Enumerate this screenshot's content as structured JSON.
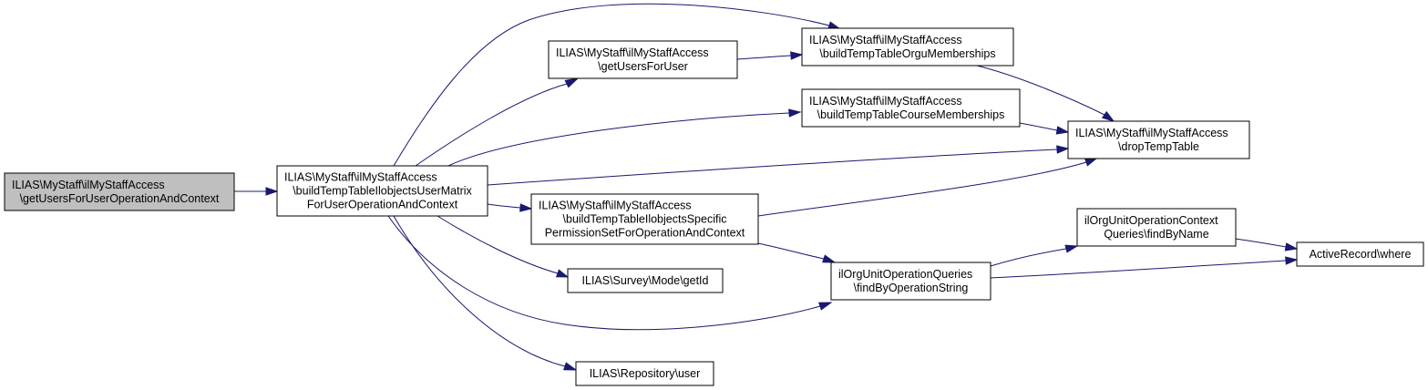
{
  "diagram": {
    "nodes": [
      {
        "id": "n0",
        "name": "node-get-users-for-user-operation-and-context",
        "lines": [
          "ILIAS\\MyStaff\\ilMyStaffAccess",
          "\\getUsersForUserOperationAndContext"
        ],
        "highlighted": true
      },
      {
        "id": "n1",
        "name": "node-build-temp-table-ilobjects-user-matrix",
        "lines": [
          "ILIAS\\MyStaff\\ilMyStaffAccess",
          "\\buildTempTableIlobjectsUserMatrix",
          "ForUserOperationAndContext"
        ]
      },
      {
        "id": "n2",
        "name": "node-get-users-for-user",
        "lines": [
          "ILIAS\\MyStaff\\ilMyStaffAccess",
          "\\getUsersForUser"
        ]
      },
      {
        "id": "n3",
        "name": "node-build-temp-table-orgu-memberships",
        "lines": [
          "ILIAS\\MyStaff\\ilMyStaffAccess",
          "\\buildTempTableOrguMemberships"
        ]
      },
      {
        "id": "n4",
        "name": "node-build-temp-table-course-memberships",
        "lines": [
          "ILIAS\\MyStaff\\ilMyStaffAccess",
          "\\buildTempTableCourseMemberships"
        ]
      },
      {
        "id": "n5",
        "name": "node-drop-temp-table",
        "lines": [
          "ILIAS\\MyStaff\\ilMyStaffAccess",
          "\\dropTempTable"
        ]
      },
      {
        "id": "n6",
        "name": "node-build-temp-table-ilobjects-specific-permission-set",
        "lines": [
          "ILIAS\\MyStaff\\ilMyStaffAccess",
          "\\buildTempTableIlobjectsSpecific",
          "PermissionSetForOperationAndContext"
        ]
      },
      {
        "id": "n7",
        "name": "node-survey-mode-get-id",
        "lines": [
          "ILIAS\\Survey\\Mode\\getId"
        ]
      },
      {
        "id": "n8",
        "name": "node-repository-user",
        "lines": [
          "ILIAS\\Repository\\user"
        ]
      },
      {
        "id": "n9",
        "name": "node-find-by-operation-string",
        "lines": [
          "ilOrgUnitOperationQueries",
          "\\findByOperationString"
        ]
      },
      {
        "id": "n10",
        "name": "node-find-by-name",
        "lines": [
          "ilOrgUnitOperationContext",
          "Queries\\findByName"
        ]
      },
      {
        "id": "n11",
        "name": "node-active-record-where",
        "lines": [
          "ActiveRecord\\where"
        ]
      }
    ],
    "edges": [
      {
        "from": "n0",
        "to": "n1"
      },
      {
        "from": "n1",
        "to": "n2"
      },
      {
        "from": "n1",
        "to": "n3"
      },
      {
        "from": "n1",
        "to": "n4"
      },
      {
        "from": "n1",
        "to": "n5"
      },
      {
        "from": "n1",
        "to": "n6"
      },
      {
        "from": "n1",
        "to": "n7"
      },
      {
        "from": "n1",
        "to": "n9"
      },
      {
        "from": "n1",
        "to": "n8"
      },
      {
        "from": "n2",
        "to": "n3"
      },
      {
        "from": "n3",
        "to": "n5"
      },
      {
        "from": "n4",
        "to": "n5"
      },
      {
        "from": "n6",
        "to": "n5"
      },
      {
        "from": "n6",
        "to": "n9"
      },
      {
        "from": "n9",
        "to": "n10"
      },
      {
        "from": "n9",
        "to": "n11"
      },
      {
        "from": "n10",
        "to": "n11"
      }
    ]
  },
  "colors": {
    "node_fill": "#ffffff",
    "node_fill_highlighted": "#bfbfbf",
    "node_border": "#000000",
    "edge": "#191970"
  }
}
